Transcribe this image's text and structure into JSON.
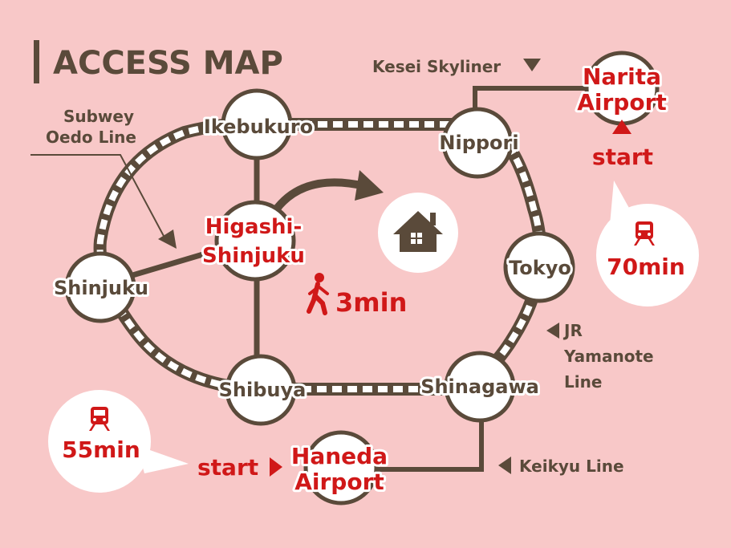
{
  "title": "ACCESS MAP",
  "stations": {
    "ikebukuro": "Ikebukuro",
    "nippori": "Nippori",
    "shinjuku": "Shinjuku",
    "higashi_line1": "Higashi-",
    "higashi_line2": "Shinjuku",
    "tokyo": "Tokyo",
    "shibuya": "Shibuya",
    "shinagawa": "Shinagawa",
    "narita_line1": "Narita",
    "narita_line2": "Airport",
    "haneda_line1": "Haneda",
    "haneda_line2": "Airport"
  },
  "lines": {
    "oedo_line1": "Subwey",
    "oedo_line2": "Oedo Line",
    "skyliner": "Kesei Skyliner",
    "yamanote_line1": "JR",
    "yamanote_line2": "Yamanote",
    "yamanote_line3": "Line",
    "keikyu": "Keikyu Line"
  },
  "routes": {
    "narita_start": "start",
    "narita_time": "70min",
    "haneda_start": "start",
    "haneda_time": "55min",
    "walk_time": "3min"
  },
  "icons": [
    "house-icon",
    "walking-person-icon",
    "train-icon"
  ],
  "colors": {
    "background": "#f8c8c8",
    "brown": "#5a4a3a",
    "red": "#d01818",
    "white": "#ffffff"
  }
}
